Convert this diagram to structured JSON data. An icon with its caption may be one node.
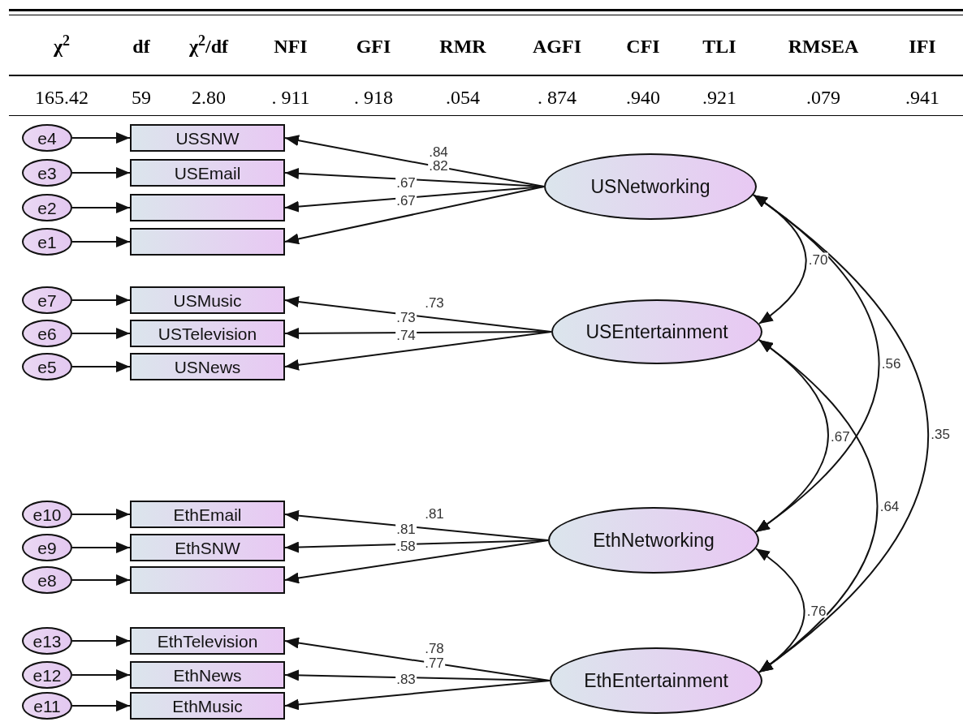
{
  "diagram": {
    "nodes": [
      {
        "text": [
          "e4"
        ]
      },
      {
        "text": [
          "e3"
        ]
      },
      {
        "text": [
          "e2"
        ]
      },
      {
        "text": [
          "e1"
        ]
      },
      {
        "text": [
          "e7"
        ]
      },
      {
        "text": [
          "e6"
        ]
      },
      {
        "text": [
          "e5"
        ]
      },
      {
        "text": [
          "e10"
        ]
      },
      {
        "text": [
          "e9"
        ]
      },
      {
        "text": [
          "e8"
        ]
      },
      {
        "text": [
          "e13"
        ]
      },
      {
        "text": [
          "e12"
        ]
      },
      {
        "text": [
          "e11"
        ]
      },
      {
        "text": [
          "USSNW"
        ]
      },
      {
        "text": [
          "USEmail"
        ]
      },
      {
        "text": [],
        "shape": "box"
      },
      {
        "text": [],
        "shape": "box"
      },
      {
        "text": [
          "USMusic"
        ]
      },
      {
        "text": [
          "USTelevision"
        ]
      },
      {
        "text": [
          "USNews"
        ]
      },
      {
        "text": [
          "EthEmail"
        ]
      },
      {
        "text": [
          "EthSNW"
        ]
      },
      {
        "text": [],
        "shape": "box"
      },
      {
        "text": [
          "EthTelevision"
        ]
      },
      {
        "text": [
          "EthNews"
        ]
      },
      {
        "text": [
          "EthMusic"
        ]
      },
      {
        "text": [
          "USNetworking"
        ]
      },
      {
        "text": [
          "USEntertainment"
        ]
      },
      {
        "text": [
          "EthNetworking"
        ]
      },
      {
        "text": [
          "EthEntertainment"
        ]
      }
    ],
    "edges": [
      {
        "from": 0,
        "to": 13,
        "arrow": "to"
      },
      {
        "from": 1,
        "to": 14,
        "arrow": "to"
      },
      {
        "from": 2,
        "to": 15,
        "arrow": "to"
      },
      {
        "from": 3,
        "to": 16,
        "arrow": "to"
      },
      {
        "from": 4,
        "to": 17,
        "arrow": "to"
      },
      {
        "from": 5,
        "to": 18,
        "arrow": "to"
      },
      {
        "from": 6,
        "to": 19,
        "arrow": "to"
      },
      {
        "from": 7,
        "to": 20,
        "arrow": "to"
      },
      {
        "from": 8,
        "to": 21,
        "arrow": "to"
      },
      {
        "from": 9,
        "to": 22,
        "arrow": "to"
      },
      {
        "from": 10,
        "to": 23,
        "arrow": "to"
      },
      {
        "from": 11,
        "to": 24,
        "arrow": "to"
      },
      {
        "from": 12,
        "to": 25,
        "arrow": "to"
      },
      {
        "from": 26,
        "to": 13,
        "arrow": "to",
        "label": ".84"
      },
      {
        "from": 26,
        "to": 14,
        "arrow": "to",
        "label": ".82"
      },
      {
        "from": 26,
        "to": 15,
        "arrow": "to",
        "label": ".67"
      },
      {
        "from": 26,
        "to": 16,
        "arrow": "to",
        "label": ".67"
      },
      {
        "from": 27,
        "to": 17,
        "arrow": "to",
        "label": ".73"
      },
      {
        "from": 27,
        "to": 18,
        "arrow": "to",
        "label": ".73"
      },
      {
        "from": 27,
        "to": 19,
        "arrow": "to",
        "label": ".74"
      },
      {
        "from": 28,
        "to": 20,
        "arrow": "to",
        "label": ".81"
      },
      {
        "from": 28,
        "to": 21,
        "arrow": "to",
        "label": ".81"
      },
      {
        "from": 28,
        "to": 22,
        "arrow": "to",
        "label": ".58"
      },
      {
        "from": 29,
        "to": 23,
        "arrow": "to",
        "label": ".78"
      },
      {
        "from": 29,
        "to": 24,
        "arrow": "to",
        "label": ".77"
      },
      {
        "from": 29,
        "to": 25,
        "arrow": "to",
        "label": ".83"
      },
      {
        "from": 26,
        "to": 27,
        "arrow": "both",
        "label": ".70"
      },
      {
        "from": 26,
        "to": 28,
        "arrow": "both",
        "label": ".56"
      },
      {
        "from": 26,
        "to": 29,
        "arrow": "both",
        "label": ".35"
      },
      {
        "from": 27,
        "to": 28,
        "arrow": "both",
        "label": ".67"
      },
      {
        "from": 27,
        "to": 29,
        "arrow": "both",
        "label": ".64"
      },
      {
        "from": 28,
        "to": 29,
        "arrow": "both",
        "label": ".76"
      }
    ],
    "labels": [
      "χ$^{2}$",
      "df",
      "χ$^{2}$/df",
      "NFI",
      "GFI",
      "RMR",
      "AGFI",
      "CFI",
      "TLI",
      "RMSEA",
      "IFI",
      "165.42",
      "59",
      "2.80",
      ". 911",
      ". 918",
      ".054",
      ". 874",
      ".940",
      ".921",
      ".079",
      ".941"
    ]
  }
}
